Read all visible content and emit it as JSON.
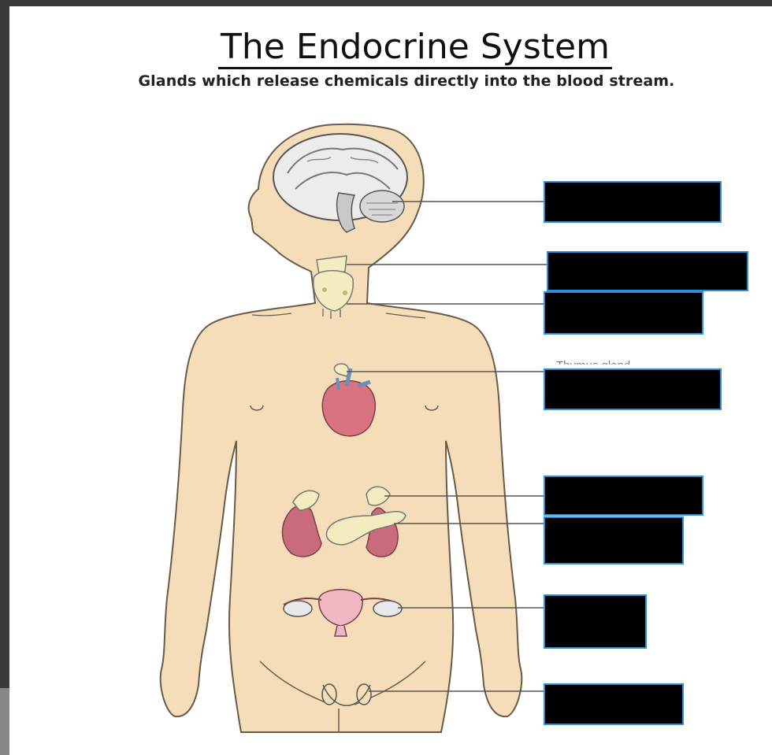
{
  "title": "The Endocrine System",
  "subtitle": "Glands which release chemicals directly into the blood stream.",
  "colors": {
    "skin": "#f4ddb8",
    "outline": "#6b5a48",
    "organ_pink": "#c96b7a",
    "gland_yellow": "#f3ecc0",
    "label_box": "#000000",
    "label_border": "#2a8fd6",
    "leader_line": "#555555"
  },
  "hidden_labels": [
    {
      "text": "Thymus gland"
    }
  ]
}
